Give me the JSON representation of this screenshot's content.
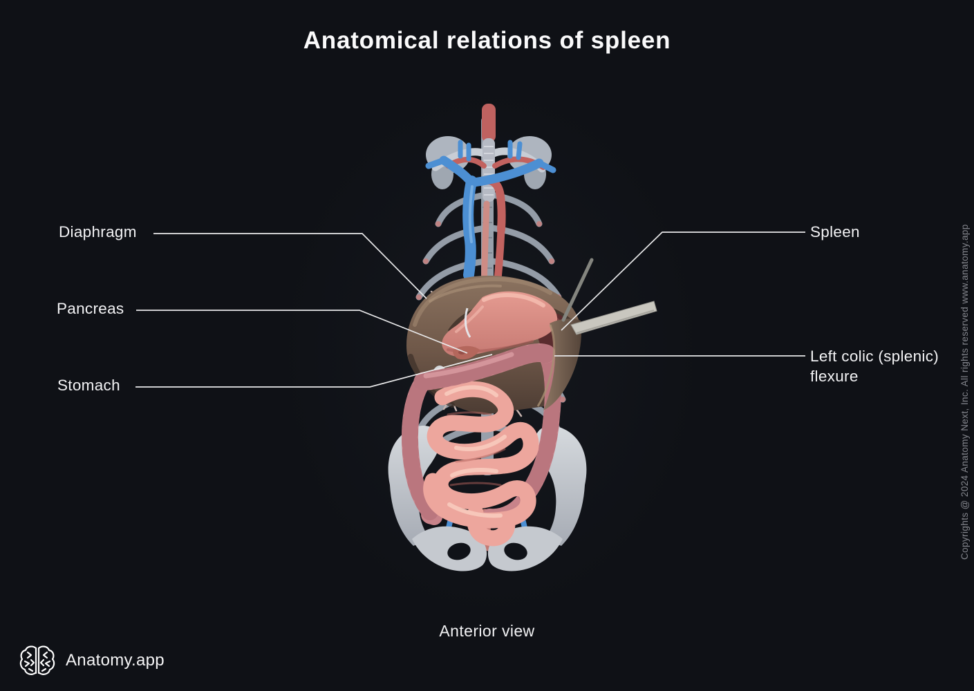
{
  "title": "Anatomical relations of spleen",
  "view_caption": "Anterior view",
  "annotations": {
    "diaphragm": "Diaphragm",
    "pancreas": "Pancreas",
    "stomach": "Stomach",
    "spleen": "Spleen",
    "left_colic_flexure": "Left colic (splenic) flexure"
  },
  "branding": {
    "app_name": "Anatomy.app",
    "logo_icon": "brain-icon"
  },
  "copyright": "Copyrights @ 2024 Anatomy Next, Inc. All rights reserved www.anatomy.app",
  "colors": {
    "background": "#0f1116",
    "label_text": "#f3f3f5",
    "leader_line": "#e9e9ea",
    "copyright_text": "#84868d",
    "diaphragm_brown": "#6e5748",
    "stomach_pink": "#dd9189",
    "spleen_maroon": "#5a2c2e",
    "intestine_pink": "#eda69d",
    "colon_pink": "#c8838a",
    "bone_gray": "#ccd0d6",
    "vein_blue": "#4c8fd3",
    "artery_red": "#c2625f",
    "probe_gray": "#c9c7bf"
  }
}
